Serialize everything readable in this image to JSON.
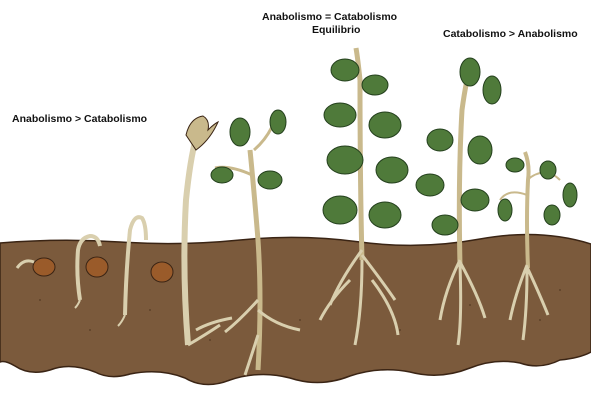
{
  "labels": {
    "anabolism": "Anabolismo > Catabolismo",
    "balance": "Anabolismo = Catabolismo",
    "balance_sub": "Equilibrio",
    "catabolism": "Catabolismo > Anabolismo"
  },
  "colors": {
    "soil": "#7b5a3c",
    "soil_edge": "#3a2414",
    "leaf": "#4f7a3a",
    "leaf_dark": "#24401d",
    "stem": "#c9b98c",
    "seed": "#9a5b2a",
    "root": "#d9cfae"
  }
}
